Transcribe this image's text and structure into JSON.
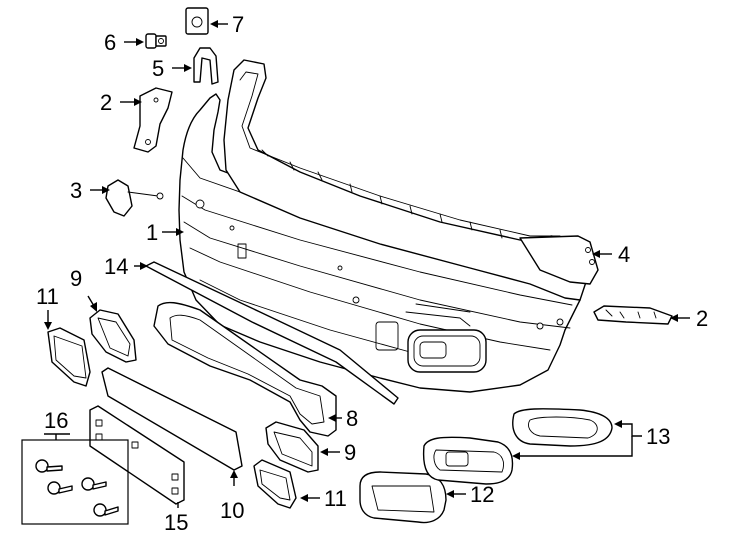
{
  "callouts": {
    "c1": "1",
    "c2a": "2",
    "c2b": "2",
    "c3": "3",
    "c4": "4",
    "c5": "5",
    "c6": "6",
    "c7": "7",
    "c8": "8",
    "c9a": "9",
    "c9b": "9",
    "c10": "10",
    "c11a": "11",
    "c11b": "11",
    "c12": "12",
    "c13": "13",
    "c14": "14",
    "c15": "15",
    "c16": "16"
  }
}
